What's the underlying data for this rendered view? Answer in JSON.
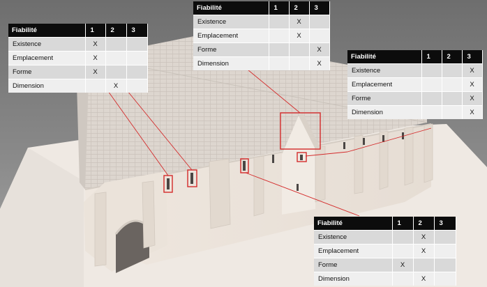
{
  "colors": {
    "header_bg": "#0c0c0c",
    "row_odd": "#d9d9d9",
    "row_even": "#efefef",
    "callout": "#d42a2a",
    "wall": "#ece4dc",
    "roof": "#ddd6cf",
    "background": "#7f7f7f"
  },
  "tables": [
    {
      "id": "table-top-left",
      "header": [
        "Fiabilité",
        "1",
        "2",
        "3"
      ],
      "rows": [
        {
          "label": "Existence",
          "marks": [
            "X",
            "",
            ""
          ]
        },
        {
          "label": "Emplacement",
          "marks": [
            "X",
            "",
            ""
          ]
        },
        {
          "label": "Forme",
          "marks": [
            "X",
            "",
            ""
          ]
        },
        {
          "label": "Dimension",
          "marks": [
            "",
            "X",
            ""
          ]
        }
      ]
    },
    {
      "id": "table-top-center",
      "header": [
        "Fiabilité",
        "1",
        "2",
        "3"
      ],
      "rows": [
        {
          "label": "Existence",
          "marks": [
            "",
            "X",
            ""
          ]
        },
        {
          "label": "Emplacement",
          "marks": [
            "",
            "X",
            ""
          ]
        },
        {
          "label": "Forme",
          "marks": [
            "",
            "",
            "X"
          ]
        },
        {
          "label": "Dimension",
          "marks": [
            "",
            "",
            "X"
          ]
        }
      ]
    },
    {
      "id": "table-right",
      "header": [
        "Fiabilité",
        "1",
        "2",
        "3"
      ],
      "rows": [
        {
          "label": "Existence",
          "marks": [
            "",
            "",
            "X"
          ]
        },
        {
          "label": "Emplacement",
          "marks": [
            "",
            "",
            "X"
          ]
        },
        {
          "label": "Forme",
          "marks": [
            "",
            "",
            "X"
          ]
        },
        {
          "label": "Dimension",
          "marks": [
            "",
            "",
            "X"
          ]
        }
      ]
    },
    {
      "id": "table-bottom-right",
      "header": [
        "Fiabilité",
        "1",
        "2",
        "3"
      ],
      "rows": [
        {
          "label": "Existence",
          "marks": [
            "",
            "X",
            ""
          ]
        },
        {
          "label": "Emplacement",
          "marks": [
            "",
            "X",
            ""
          ]
        },
        {
          "label": "Forme",
          "marks": [
            "X",
            "",
            ""
          ]
        },
        {
          "label": "Dimension",
          "marks": [
            "",
            "X",
            ""
          ]
        }
      ]
    }
  ]
}
